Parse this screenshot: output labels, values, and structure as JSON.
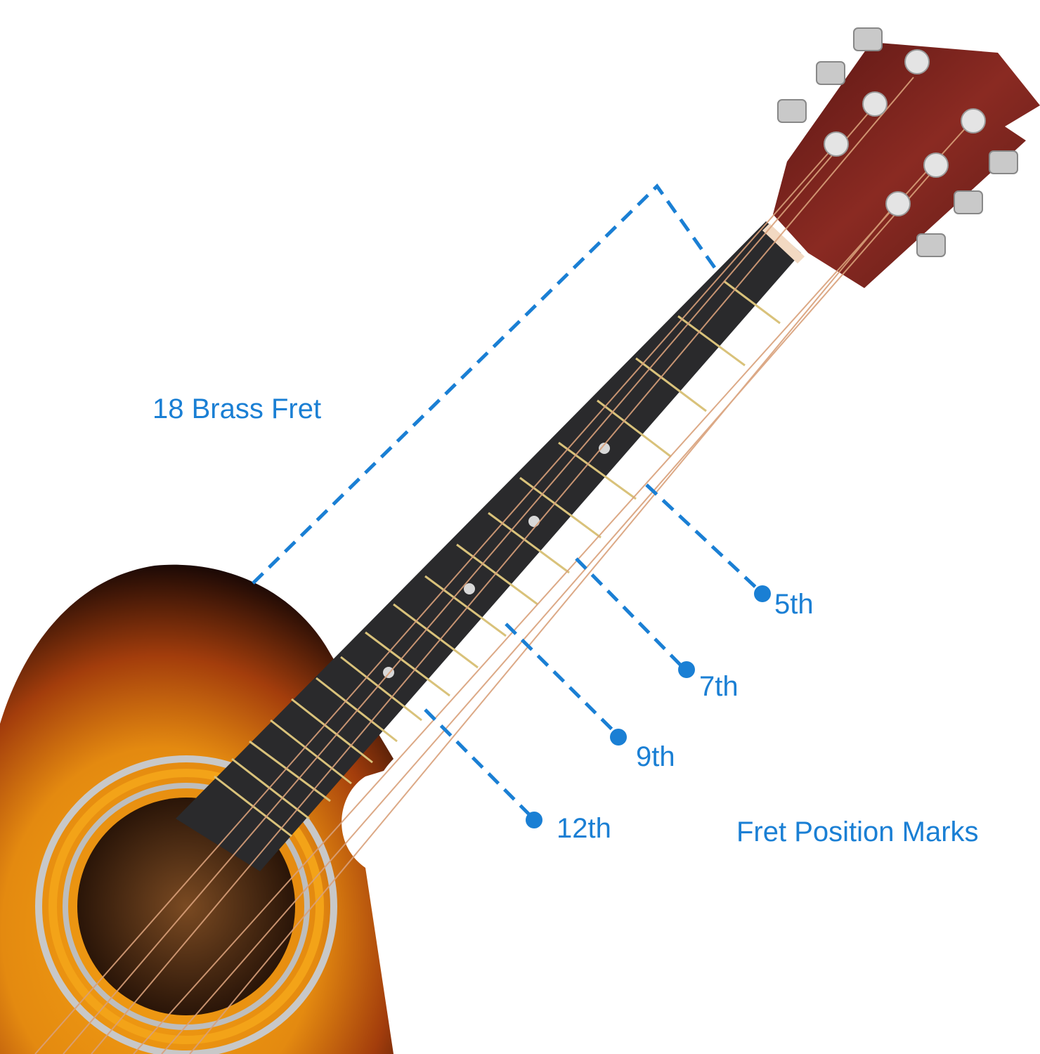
{
  "colors": {
    "accent": "#1a7fd4",
    "fretboard": "#2a2a2c",
    "headstock": "#6e1f1c",
    "fret": "#d9c27a",
    "string": "#d9a07a"
  },
  "annotations": {
    "frets_label": "18 Brass Fret",
    "position_marks_label": "Fret Position Marks",
    "marks": [
      {
        "label": "5th"
      },
      {
        "label": "7th"
      },
      {
        "label": "9th"
      },
      {
        "label": "12th"
      }
    ]
  }
}
